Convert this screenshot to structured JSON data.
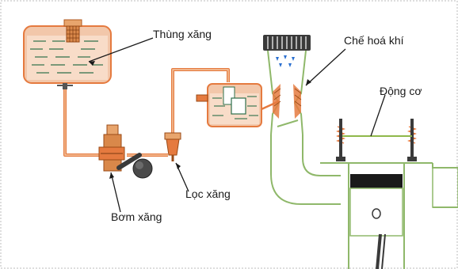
{
  "labels": {
    "tank": "Thùng xăng",
    "carburetor": "Chế hoá khí",
    "engine": "Động cơ",
    "filter": "Lọc xăng",
    "pump": "Bơm xăng"
  },
  "colors": {
    "fuel_line": "#e57a3f",
    "fuel_tank_fill": "#f2c7aa",
    "engine_line": "#8fb84a",
    "intake_green": "#8fb86a",
    "piston_head": "#1a1a1a"
  }
}
